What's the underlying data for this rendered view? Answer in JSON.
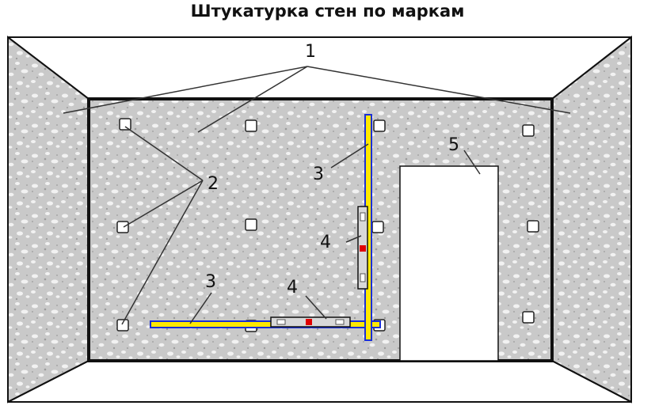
{
  "title": "Штукатурка стен по маркам",
  "labels": {
    "walls": "1",
    "marks": "2",
    "rails": "3",
    "levels": "4",
    "door": "5"
  },
  "colors": {
    "wall_texture": "#c9c9c9",
    "wall_speckle": "#f2f2f2",
    "rail_fill": "#ffe800",
    "rail_border": "#1a2fd6",
    "level_fill": "#d8d8d8",
    "level_bubble": "#e00000",
    "door_fill": "#ffffff",
    "outline": "#111111"
  }
}
